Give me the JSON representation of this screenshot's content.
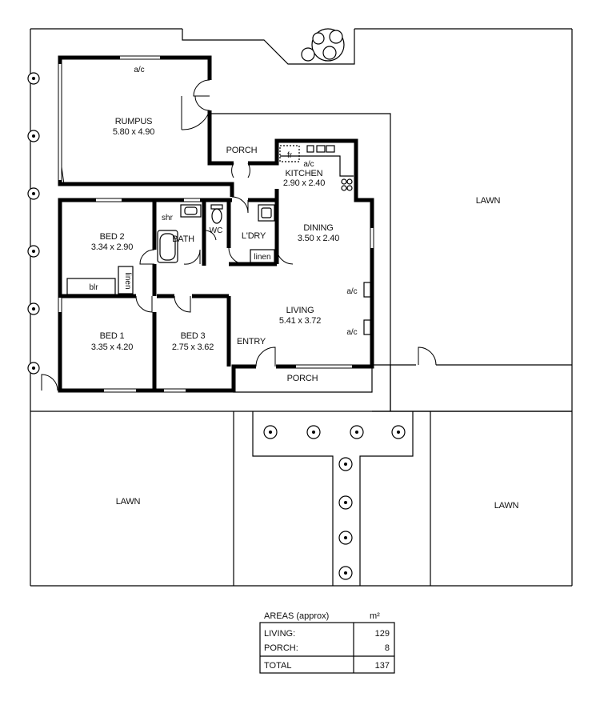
{
  "rooms": {
    "rumpus": {
      "name": "RUMPUS",
      "size": "5.80 x 4.90",
      "ac": "a/c"
    },
    "porch_top": {
      "name": "PORCH"
    },
    "kitchen": {
      "name": "KITCHEN",
      "size": "2.90 x 2.40",
      "ac": "a/c",
      "fridge": "fr"
    },
    "bed2": {
      "name": "BED 2",
      "size": "3.34 x 2.90"
    },
    "shr": {
      "name": "shr"
    },
    "bath": {
      "name": "BATH"
    },
    "wc": {
      "name": "WC"
    },
    "ldry": {
      "name": "L'DRY"
    },
    "linen_ldry": {
      "name": "linen"
    },
    "dining": {
      "name": "DINING",
      "size": "3.50 x 2.40"
    },
    "blr": {
      "name": "blr"
    },
    "linen_hall": {
      "name": "linen"
    },
    "living": {
      "name": "LIVING",
      "size": "5.41 x 3.72",
      "ac1": "a/c",
      "ac2": "a/c"
    },
    "bed1": {
      "name": "BED 1",
      "size": "3.35 x 4.20"
    },
    "bed3": {
      "name": "BED 3",
      "size": "2.75 x 3.62"
    },
    "entry": {
      "name": "ENTRY"
    },
    "porch_front": {
      "name": "PORCH"
    }
  },
  "lawns": {
    "east": "LAWN",
    "south_west": "LAWN",
    "south_east": "LAWN"
  },
  "areas_table": {
    "title": "AREAS (approx)",
    "unit": "m²",
    "rows": [
      {
        "label": "LIVING:",
        "value": "129"
      },
      {
        "label": "PORCH:",
        "value": "8"
      }
    ],
    "total_label": "TOTAL",
    "total_value": "137"
  }
}
